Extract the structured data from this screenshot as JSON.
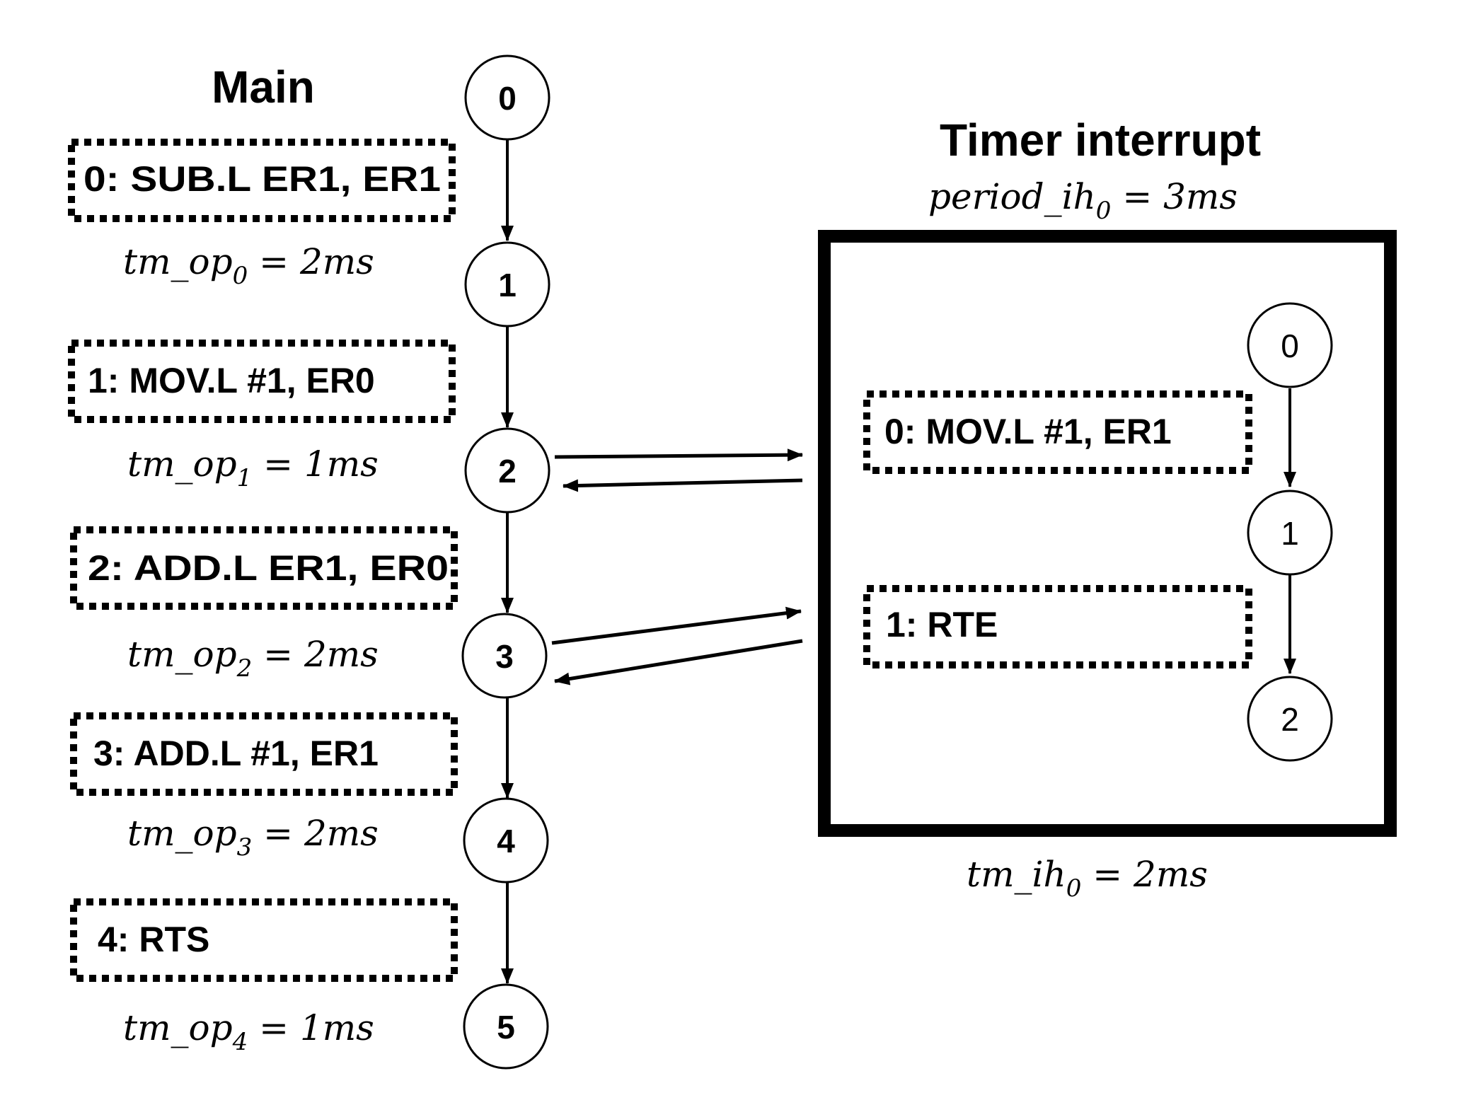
{
  "main": {
    "title": "Main",
    "nodes": [
      "0",
      "1",
      "2",
      "3",
      "4",
      "5"
    ],
    "instructions": [
      "0:  SUB.L   ER1,  ER1",
      "1:  MOV.L   #1,  ER0",
      "2:  ADD.L   ER1,  ER0",
      "3:  ADD.L   #1,  ER1",
      "4:  RTS"
    ],
    "timings": [
      {
        "name": "tm_op",
        "sub": "0",
        "eq": " = 2ms"
      },
      {
        "name": "tm_op",
        "sub": "1",
        "eq": " = 1ms"
      },
      {
        "name": "tm_op",
        "sub": "2",
        "eq": " = 2ms"
      },
      {
        "name": "tm_op",
        "sub": "3",
        "eq": " = 2ms"
      },
      {
        "name": "tm_op",
        "sub": "4",
        "eq": " = 1ms"
      }
    ]
  },
  "interrupt": {
    "title": "Timer interrupt",
    "period": {
      "name": "period_ih",
      "sub": "0",
      "eq": "  = 3ms"
    },
    "nodes": [
      "0",
      "1",
      "2"
    ],
    "instructions": [
      "0:  MOV.L   #1,  ER1",
      "1:  RTE"
    ],
    "duration": {
      "name": "tm_ih",
      "sub": "0",
      "eq": " = 2ms"
    }
  }
}
